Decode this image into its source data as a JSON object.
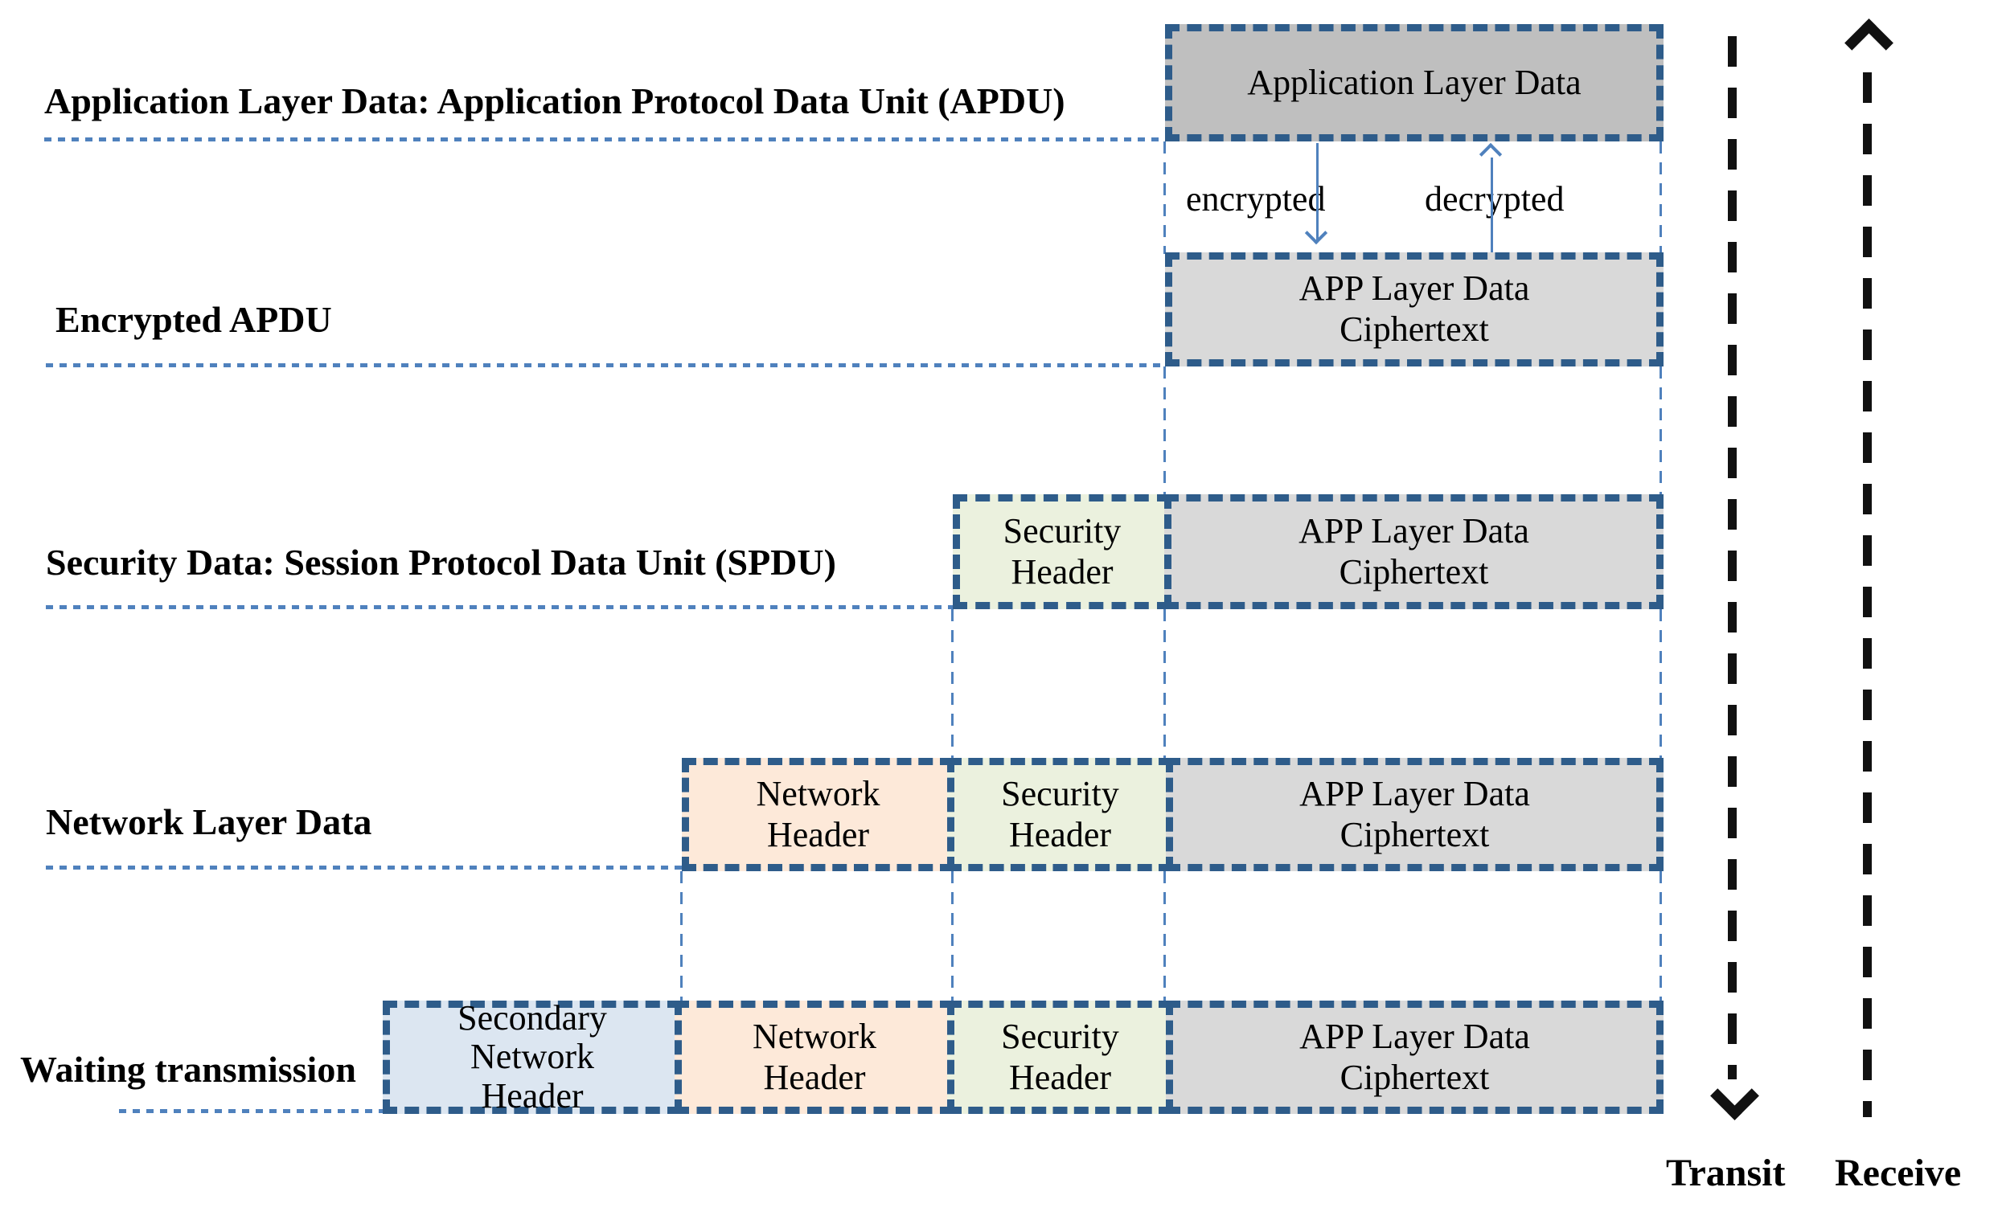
{
  "diagram": {
    "row_labels": [
      "Application Layer Data: Application Protocol Data Unit (APDU)",
      "Encrypted APDU",
      "Security Data: Session Protocol Data Unit (SPDU)",
      "Network Layer Data",
      "Waiting transmission"
    ],
    "boxes": [
      {
        "kind": "application-layer-data",
        "text": "Application Layer Data"
      },
      {
        "kind": "app-ciphertext",
        "text": "APP Layer Data\nCiphertext"
      },
      {
        "kind": "security-header",
        "text": "Security\nHeader"
      },
      {
        "kind": "app-ciphertext",
        "text": "APP Layer Data\nCiphertext"
      },
      {
        "kind": "network-header",
        "text": "Network\nHeader"
      },
      {
        "kind": "security-header",
        "text": "Security\nHeader"
      },
      {
        "kind": "app-ciphertext",
        "text": "APP Layer Data\nCiphertext"
      },
      {
        "kind": "secondary-network-header",
        "text": "Secondary\nNetwork\nHeader"
      },
      {
        "kind": "network-header",
        "text": "Network\nHeader"
      },
      {
        "kind": "security-header",
        "text": "Security\nHeader"
      },
      {
        "kind": "app-ciphertext",
        "text": "APP Layer Data\nCiphertext"
      }
    ],
    "process_labels": {
      "encrypted": "encrypted",
      "decrypted": "decrypted"
    },
    "flow_labels": {
      "transit": "Transit",
      "receive": "Receive"
    },
    "colors": {
      "application_layer_fill": "#BFBFBF",
      "ciphertext_fill": "#D9D9D9",
      "security_header_fill": "#EBF1DE",
      "network_header_fill": "#FDE9D9",
      "secondary_network_header_fill": "#DCE6F1",
      "box_border": "#2E5C8A",
      "guide_line": "#4F81BD",
      "flow_arrow": "#111111"
    }
  }
}
